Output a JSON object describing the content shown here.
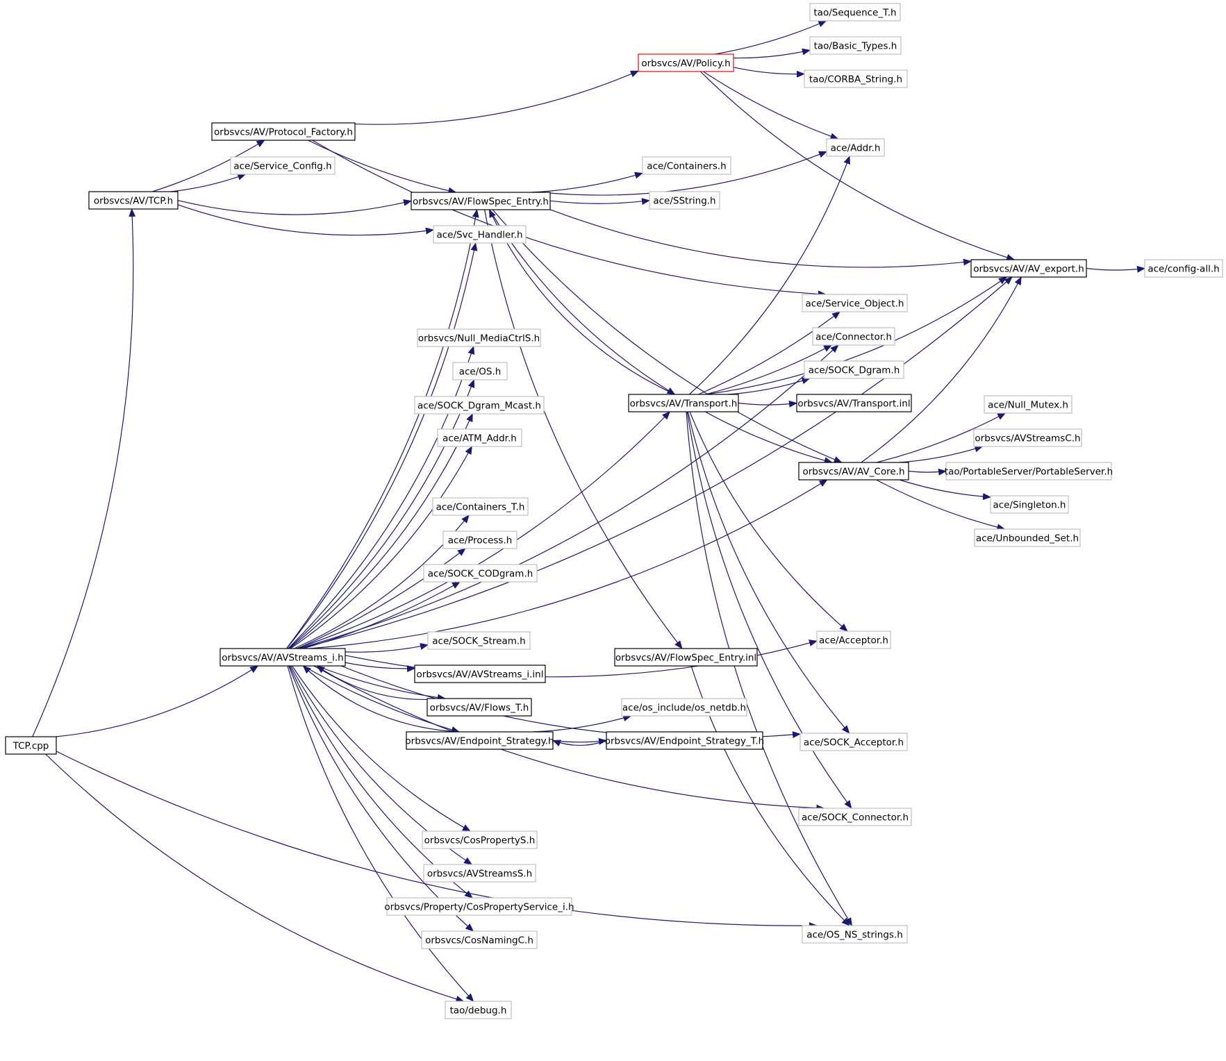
{
  "colors": {
    "edge": "#191970",
    "box_defined": "#000000",
    "box_undocumented": "#bfbfbf",
    "box_truncated": "#ff0000",
    "root_fill": "#bfbfbf",
    "text": "#000000"
  },
  "nodes": [
    {
      "id": "tcp_cpp",
      "label": "TCP.cpp",
      "kind": "root"
    },
    {
      "id": "tcp_h",
      "label": "orbsvcs/AV/TCP.h",
      "kind": "defined"
    },
    {
      "id": "protocol_factory",
      "label": "orbsvcs/AV/Protocol_Factory.h",
      "kind": "defined"
    },
    {
      "id": "service_config",
      "label": "ace/Service_Config.h",
      "kind": "undocumented"
    },
    {
      "id": "policy",
      "label": "orbsvcs/AV/Policy.h",
      "kind": "truncated"
    },
    {
      "id": "sequence_t",
      "label": "tao/Sequence_T.h",
      "kind": "undocumented"
    },
    {
      "id": "basic_types",
      "label": "tao/Basic_Types.h",
      "kind": "undocumented"
    },
    {
      "id": "corba_string",
      "label": "tao/CORBA_String.h",
      "kind": "undocumented"
    },
    {
      "id": "addr",
      "label": "ace/Addr.h",
      "kind": "undocumented"
    },
    {
      "id": "containers",
      "label": "ace/Containers.h",
      "kind": "undocumented"
    },
    {
      "id": "flowspec_entry",
      "label": "orbsvcs/AV/FlowSpec_Entry.h",
      "kind": "defined"
    },
    {
      "id": "sstring",
      "label": "ace/SString.h",
      "kind": "undocumented"
    },
    {
      "id": "svc_handler",
      "label": "ace/Svc_Handler.h",
      "kind": "undocumented"
    },
    {
      "id": "av_export",
      "label": "orbsvcs/AV/AV_export.h",
      "kind": "defined"
    },
    {
      "id": "config_all",
      "label": "ace/config-all.h",
      "kind": "undocumented"
    },
    {
      "id": "service_object",
      "label": "ace/Service_Object.h",
      "kind": "undocumented"
    },
    {
      "id": "connector",
      "label": "ace/Connector.h",
      "kind": "undocumented"
    },
    {
      "id": "null_mediactrls",
      "label": "orbsvcs/Null_MediaCtrlS.h",
      "kind": "undocumented"
    },
    {
      "id": "os_h",
      "label": "ace/OS.h",
      "kind": "undocumented"
    },
    {
      "id": "sock_dgram",
      "label": "ace/SOCK_Dgram.h",
      "kind": "undocumented"
    },
    {
      "id": "sock_dgram_mcast",
      "label": "ace/SOCK_Dgram_Mcast.h",
      "kind": "undocumented"
    },
    {
      "id": "transport",
      "label": "orbsvcs/AV/Transport.h",
      "kind": "defined"
    },
    {
      "id": "transport_inl",
      "label": "orbsvcs/AV/Transport.inl",
      "kind": "defined"
    },
    {
      "id": "atm_addr",
      "label": "ace/ATM_Addr.h",
      "kind": "undocumented"
    },
    {
      "id": "null_mutex",
      "label": "ace/Null_Mutex.h",
      "kind": "undocumented"
    },
    {
      "id": "avstreamsc",
      "label": "orbsvcs/AVStreamsC.h",
      "kind": "undocumented"
    },
    {
      "id": "av_core",
      "label": "orbsvcs/AV/AV_Core.h",
      "kind": "defined"
    },
    {
      "id": "portableserver",
      "label": "tao/PortableServer/PortableServer.h",
      "kind": "undocumented"
    },
    {
      "id": "singleton",
      "label": "ace/Singleton.h",
      "kind": "undocumented"
    },
    {
      "id": "containers_t",
      "label": "ace/Containers_T.h",
      "kind": "undocumented"
    },
    {
      "id": "unbounded_set",
      "label": "ace/Unbounded_Set.h",
      "kind": "undocumented"
    },
    {
      "id": "process",
      "label": "ace/Process.h",
      "kind": "undocumented"
    },
    {
      "id": "sock_codgram",
      "label": "ace/SOCK_CODgram.h",
      "kind": "undocumented"
    },
    {
      "id": "acceptor",
      "label": "ace/Acceptor.h",
      "kind": "undocumented"
    },
    {
      "id": "sock_stream",
      "label": "ace/SOCK_Stream.h",
      "kind": "undocumented"
    },
    {
      "id": "avstreams_i",
      "label": "orbsvcs/AV/AVStreams_i.h",
      "kind": "defined"
    },
    {
      "id": "flowspec_entry_inl",
      "label": "orbsvcs/AV/FlowSpec_Entry.inl",
      "kind": "defined"
    },
    {
      "id": "avstreams_i_inl",
      "label": "orbsvcs/AV/AVStreams_i.inl",
      "kind": "defined"
    },
    {
      "id": "flows_t",
      "label": "orbsvcs/AV/Flows_T.h",
      "kind": "defined"
    },
    {
      "id": "os_netdb",
      "label": "ace/os_include/os_netdb.h",
      "kind": "undocumented"
    },
    {
      "id": "endpoint_strategy",
      "label": "orbsvcs/AV/Endpoint_Strategy.h",
      "kind": "defined"
    },
    {
      "id": "endpoint_strategy_t",
      "label": "orbsvcs/AV/Endpoint_Strategy_T.h",
      "kind": "defined"
    },
    {
      "id": "sock_acceptor",
      "label": "ace/SOCK_Acceptor.h",
      "kind": "undocumented"
    },
    {
      "id": "sock_connector",
      "label": "ace/SOCK_Connector.h",
      "kind": "undocumented"
    },
    {
      "id": "cospropertys",
      "label": "orbsvcs/CosPropertyS.h",
      "kind": "undocumented"
    },
    {
      "id": "avstreamss",
      "label": "orbsvcs/AVStreamsS.h",
      "kind": "undocumented"
    },
    {
      "id": "cosproperty_i",
      "label": "orbsvcs/Property/CosPropertyService_i.h",
      "kind": "undocumented"
    },
    {
      "id": "os_ns_strings",
      "label": "ace/OS_NS_strings.h",
      "kind": "undocumented"
    },
    {
      "id": "cosnamingc",
      "label": "orbsvcs/CosNamingC.h",
      "kind": "undocumented"
    },
    {
      "id": "tao_debug",
      "label": "tao/debug.h",
      "kind": "undocumented"
    }
  ],
  "edges": [
    [
      "tcp_cpp",
      "tcp_h"
    ],
    [
      "tcp_cpp",
      "avstreams_i"
    ],
    [
      "tcp_cpp",
      "tao_debug"
    ],
    [
      "tcp_cpp",
      "os_ns_strings"
    ],
    [
      "tcp_h",
      "protocol_factory"
    ],
    [
      "tcp_h",
      "service_config"
    ],
    [
      "tcp_h",
      "flowspec_entry"
    ],
    [
      "tcp_h",
      "svc_handler"
    ],
    [
      "protocol_factory",
      "policy"
    ],
    [
      "protocol_factory",
      "flowspec_entry"
    ],
    [
      "protocol_factory",
      "service_object"
    ],
    [
      "policy",
      "sequence_t"
    ],
    [
      "policy",
      "basic_types"
    ],
    [
      "policy",
      "corba_string"
    ],
    [
      "policy",
      "addr"
    ],
    [
      "policy",
      "av_export"
    ],
    [
      "flowspec_entry",
      "addr"
    ],
    [
      "flowspec_entry",
      "containers"
    ],
    [
      "flowspec_entry",
      "sstring"
    ],
    [
      "flowspec_entry",
      "av_export"
    ],
    [
      "flowspec_entry",
      "transport"
    ],
    [
      "flowspec_entry",
      "flowspec_entry_inl"
    ],
    [
      "flowspec_entry",
      "av_core"
    ],
    [
      "av_export",
      "config_all"
    ],
    [
      "transport",
      "addr"
    ],
    [
      "transport",
      "service_object"
    ],
    [
      "transport",
      "connector"
    ],
    [
      "transport",
      "sock_dgram"
    ],
    [
      "transport",
      "transport_inl"
    ],
    [
      "transport",
      "av_export"
    ],
    [
      "transport",
      "av_core"
    ],
    [
      "transport",
      "flowspec_entry"
    ],
    [
      "transport",
      "acceptor"
    ],
    [
      "transport",
      "sock_acceptor"
    ],
    [
      "transport",
      "sock_connector"
    ],
    [
      "transport",
      "os_ns_strings"
    ],
    [
      "av_core",
      "av_export"
    ],
    [
      "av_core",
      "null_mutex"
    ],
    [
      "av_core",
      "avstreamsc"
    ],
    [
      "av_core",
      "portableserver"
    ],
    [
      "av_core",
      "singleton"
    ],
    [
      "av_core",
      "unbounded_set"
    ],
    [
      "flowspec_entry_inl",
      "os_ns_strings"
    ],
    [
      "avstreams_i",
      "flowspec_entry"
    ],
    [
      "avstreams_i",
      "svc_handler"
    ],
    [
      "avstreams_i",
      "av_export"
    ],
    [
      "avstreams_i",
      "connector"
    ],
    [
      "avstreams_i",
      "null_mediactrls"
    ],
    [
      "avstreams_i",
      "os_h"
    ],
    [
      "avstreams_i",
      "sock_dgram_mcast"
    ],
    [
      "avstreams_i",
      "atm_addr"
    ],
    [
      "avstreams_i",
      "transport"
    ],
    [
      "avstreams_i",
      "containers_t"
    ],
    [
      "avstreams_i",
      "process"
    ],
    [
      "avstreams_i",
      "sock_codgram"
    ],
    [
      "avstreams_i",
      "av_core"
    ],
    [
      "avstreams_i",
      "sock_stream"
    ],
    [
      "avstreams_i",
      "avstreams_i_inl"
    ],
    [
      "avstreams_i",
      "flows_t"
    ],
    [
      "avstreams_i",
      "endpoint_strategy"
    ],
    [
      "avstreams_i",
      "acceptor"
    ],
    [
      "avstreams_i",
      "sock_acceptor"
    ],
    [
      "avstreams_i",
      "cospropertys"
    ],
    [
      "avstreams_i",
      "avstreamss"
    ],
    [
      "avstreams_i",
      "cosproperty_i"
    ],
    [
      "avstreams_i",
      "cosnamingc"
    ],
    [
      "avstreams_i",
      "sock_connector"
    ],
    [
      "avstreams_i",
      "tao_debug"
    ],
    [
      "flows_t",
      "avstreams_i"
    ],
    [
      "endpoint_strategy",
      "os_netdb"
    ],
    [
      "endpoint_strategy",
      "endpoint_strategy_t"
    ],
    [
      "endpoint_strategy",
      "avstreams_i"
    ],
    [
      "endpoint_strategy_t",
      "endpoint_strategy"
    ]
  ]
}
